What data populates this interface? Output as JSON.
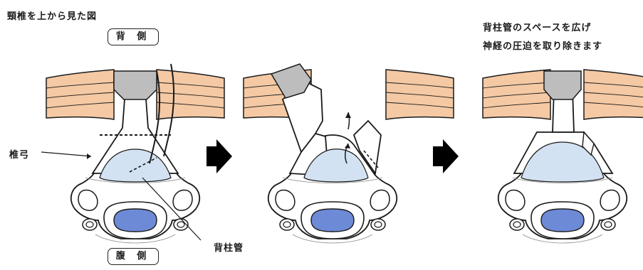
{
  "caption": "頸椎を上から見た図",
  "orientation": {
    "top": "背 側",
    "bottom": "腹 側"
  },
  "labels": {
    "lamina": "椎弓",
    "canal": "背柱管"
  },
  "result_text": [
    "背柱管のスペースを広げ",
    "神経の圧迫を取り除きます"
  ],
  "colors": {
    "muscle": "#f4c9a4",
    "bone_fill": "#ffffff",
    "canal": "#d2e2f2",
    "cord": "#6d8ad6",
    "ligament": "#bdbdbd",
    "outline": "#1a1a1a"
  },
  "icons": [
    "arrow-right-icon",
    "arrow-right-icon"
  ]
}
